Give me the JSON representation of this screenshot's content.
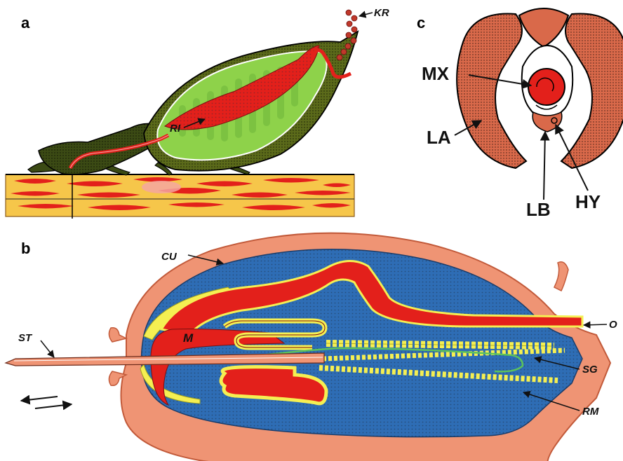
{
  "panels": {
    "a": {
      "letter": "a",
      "labels": {
        "ri": "RI",
        "kr": "KR"
      }
    },
    "b": {
      "letter": "b",
      "labels": {
        "cu": "CU",
        "st": "ST",
        "m": "M",
        "o": "O",
        "sg": "SG",
        "rm": "RM"
      }
    },
    "c": {
      "letter": "c",
      "labels": {
        "mx": "MX",
        "la": "LA",
        "lb": "LB",
        "hy": "HY"
      }
    }
  },
  "colors": {
    "red": "#e3201b",
    "green": "#8ed24a",
    "dark_olive": "#3b4a14",
    "blue": "#2e6db5",
    "salmon": "#ef9474",
    "yellow": "#f5ef52",
    "tissue_orange": "#f6c64a",
    "cuticle_brown": "#d9694a"
  }
}
